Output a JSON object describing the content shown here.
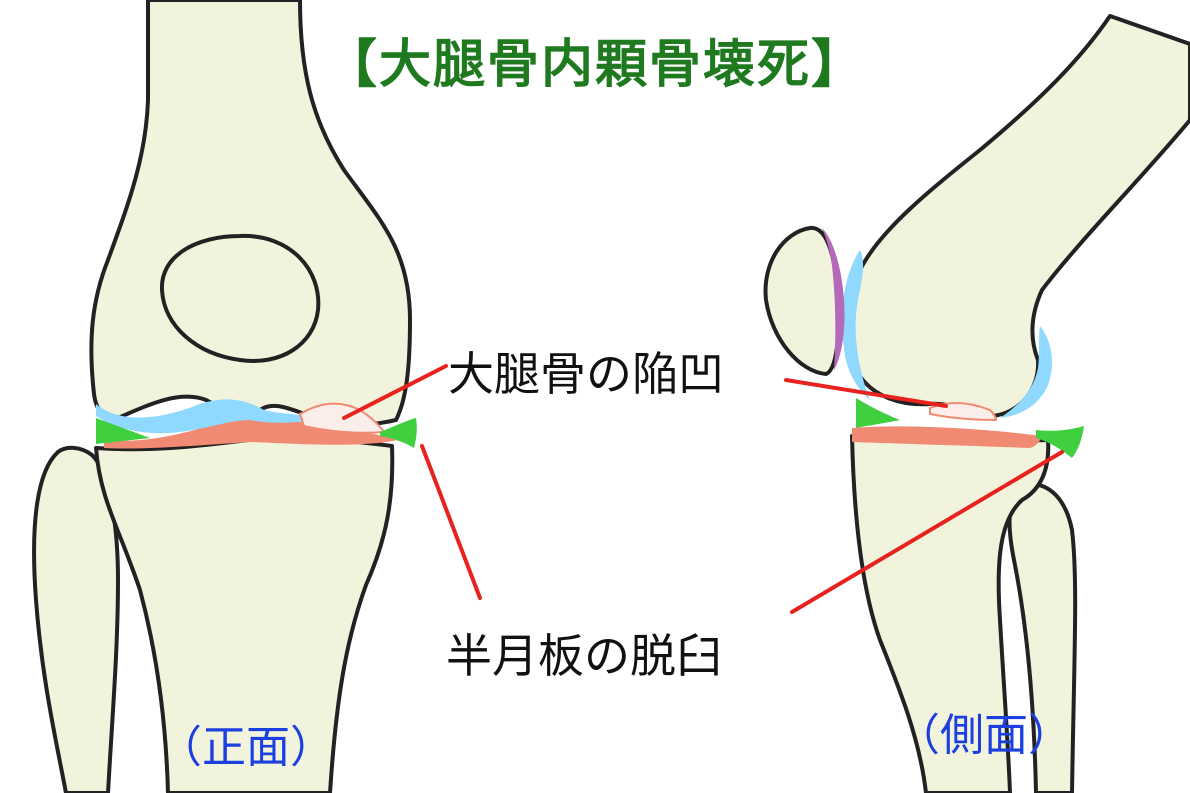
{
  "title": "【大腿骨内顆骨壊死】",
  "labels": {
    "femoral_depression": "大腿骨の陥凹",
    "meniscus_dislocation": "半月板の脱臼",
    "front_view": "（正面）",
    "side_view": "（側面）"
  },
  "colors": {
    "bone_fill": "#f2f3dc",
    "outline": "#222222",
    "title": "#1f7a1f",
    "label": "#111111",
    "view_label": "#1c3fe0",
    "pointer_line": "#e8231f",
    "cartilage": "#8fd8ff",
    "meniscus": "#3fcf3f",
    "tibial_cartilage": "#f08a72",
    "patella_cartilage": "#b46ab8",
    "defect": "#fbeeea"
  }
}
